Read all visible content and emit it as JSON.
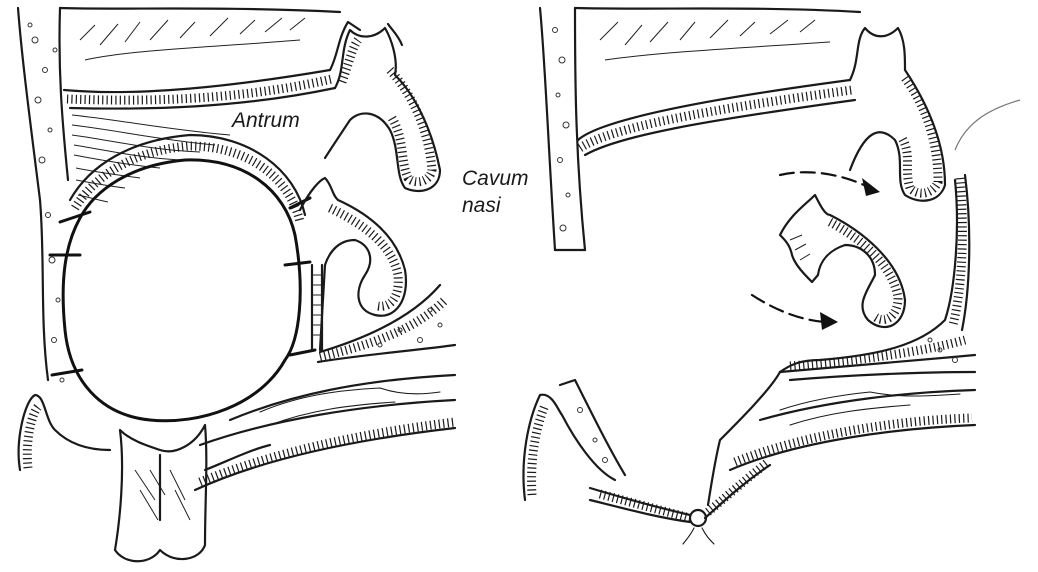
{
  "labels": {
    "antrum": "Antrum",
    "cavum_line1": "Cavum",
    "cavum_line2": "nasi"
  },
  "colors": {
    "ink": "#1a1a1a",
    "background": "#ffffff"
  }
}
